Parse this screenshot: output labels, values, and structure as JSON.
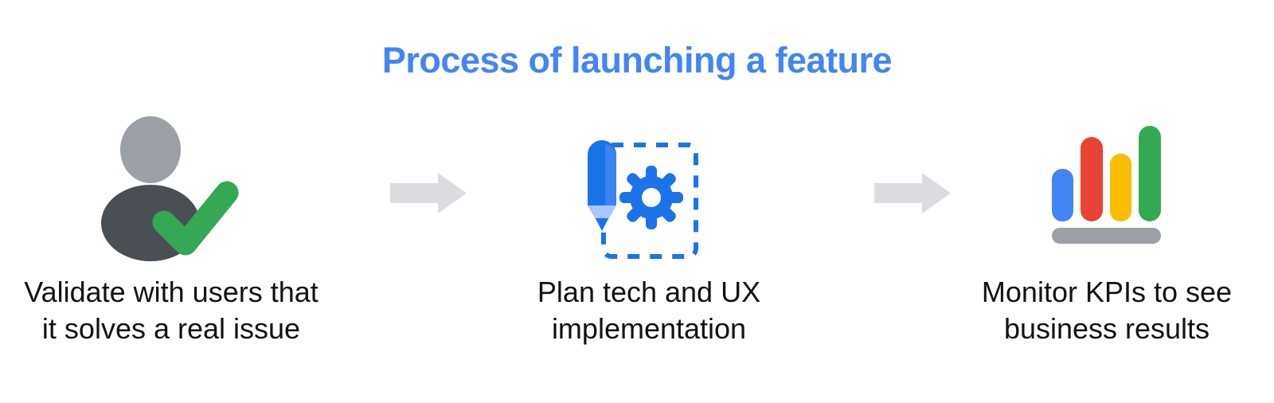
{
  "header": {
    "title": "Process of launching a feature",
    "title_color": "#4285F4"
  },
  "colors": {
    "brand_blue": "#4285F4",
    "brand_red": "#EA4335",
    "brand_yellow": "#FBBC04",
    "brand_green": "#34A853",
    "arrow_gray": "#DADCE0",
    "person_head_gray": "#9AA0A6",
    "person_body_gray": "#4A4F55",
    "baseline_gray": "#9AA0A6",
    "check_green": "#34A853",
    "pencil_blue": "#1A73E8",
    "pencil_light_blue": "#A8C7FA",
    "caption_text": "#121212"
  },
  "steps": [
    {
      "id": "validate",
      "icon": "person-check-icon",
      "caption": "Validate with users that\nit solves a real issue"
    },
    {
      "id": "plan",
      "icon": "pencil-gear-icon",
      "caption": "Plan tech and UX\nimplementation"
    },
    {
      "id": "monitor",
      "icon": "bar-chart-icon",
      "caption": "Monitor KPIs to see\nbusiness results"
    }
  ],
  "connectors": [
    {
      "id": "arrow-1",
      "icon": "arrow-right-icon"
    },
    {
      "id": "arrow-2",
      "icon": "arrow-right-icon"
    }
  ],
  "chart_icon": {
    "type": "bar",
    "bars": [
      {
        "color": "#4285F4",
        "height_ratio": 0.55
      },
      {
        "color": "#EA4335",
        "height_ratio": 0.9
      },
      {
        "color": "#FBBC04",
        "height_ratio": 0.7
      },
      {
        "color": "#34A853",
        "height_ratio": 1.0
      }
    ]
  }
}
